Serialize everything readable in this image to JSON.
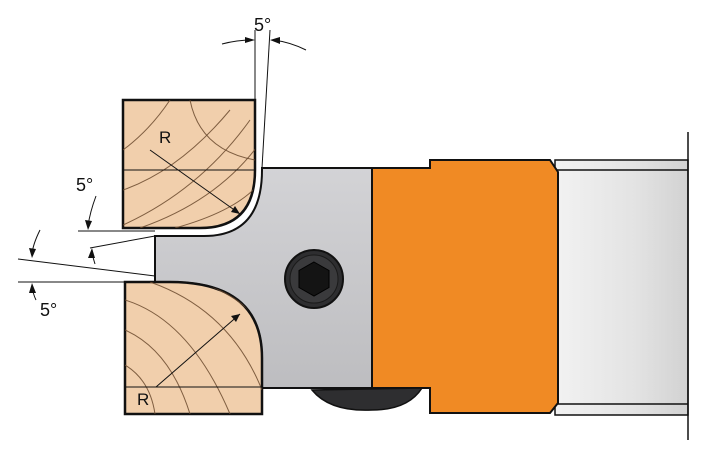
{
  "diagram": {
    "angle_top": "5°",
    "angle_left_upper": "5°",
    "angle_left_lower": "5°",
    "radius_top": "R",
    "radius_bottom": "R"
  },
  "colors": {
    "wood": "#f1cfac",
    "blade": "#c9c9cc",
    "body": "#f08a24",
    "shaft": "#e6e6e6",
    "outline": "#111111",
    "screw": "#333333"
  }
}
